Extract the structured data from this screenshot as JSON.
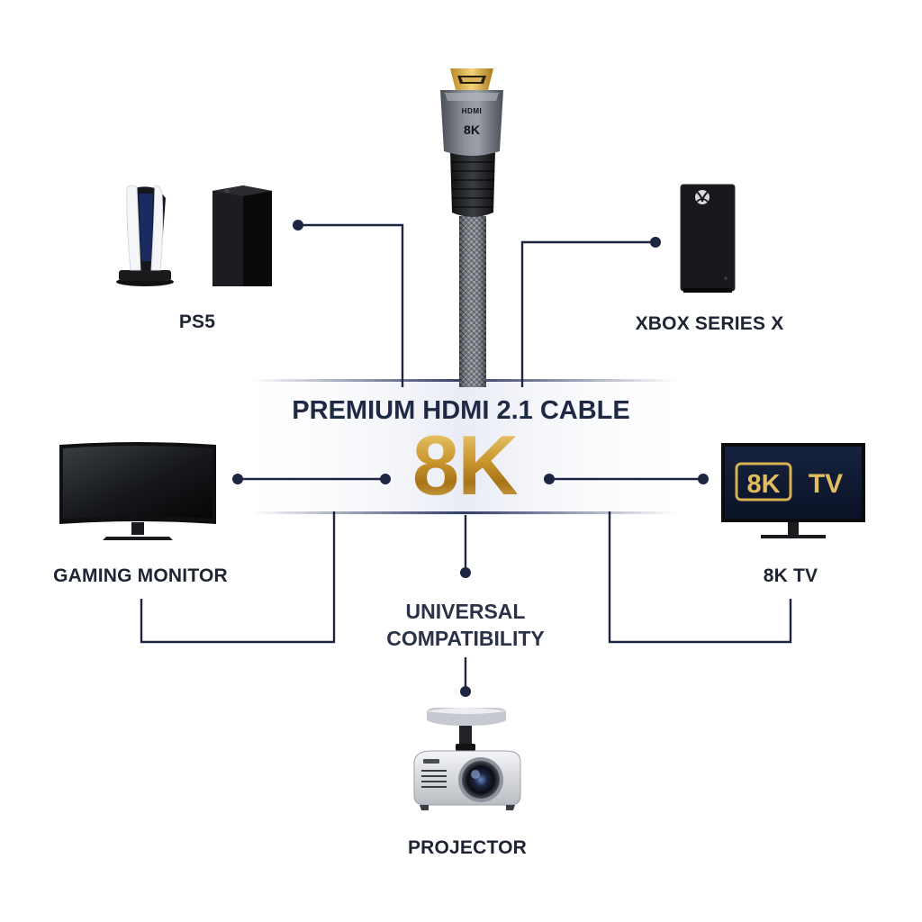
{
  "headline": "PREMIUM HDMI 2.1 CABLE",
  "big_label": "8K",
  "center_caption": {
    "line1": "UNIVERSAL",
    "line2": "COMPATIBILITY"
  },
  "cable": {
    "brand": "HDMI",
    "badge": "8K"
  },
  "devices": {
    "ps5": "PS5",
    "xbox": "XBOX SERIES X",
    "monitor": "GAMING MONITOR",
    "tv": "8K TV",
    "projector": "PROJECTOR"
  },
  "tv_screen": {
    "badge": "8K",
    "text": "TV"
  },
  "colors": {
    "line": "#1e2540",
    "gold": "#c9962e",
    "dark": "#1e2944"
  },
  "icons": [
    "ps5-console-icon",
    "xbox-console-icon",
    "gaming-monitor-icon",
    "tv-icon",
    "projector-icon",
    "hdmi-cable-icon",
    "xbox-logo-icon"
  ]
}
